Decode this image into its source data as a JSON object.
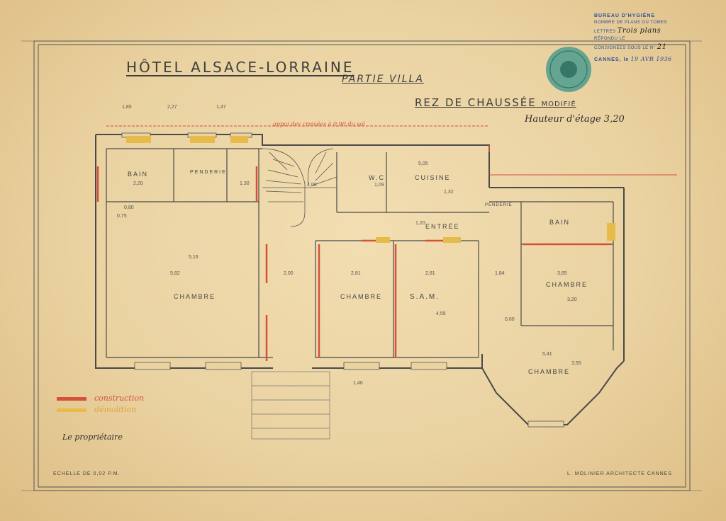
{
  "drawing": {
    "title": "HÔTEL ALSACE-LORRAINE",
    "subtitle": "PARTIE VILLA",
    "level": "REZ DE CHAUSSÉE",
    "level_note": "MODIFIÉ",
    "height_note": "Hauteur d'étage 3,20",
    "scale": "ECHELLE DE 0,02 P.M.",
    "architect": "L. MOLINIER   ARCHITECTE   CANNES",
    "top_note": "appui des croisées à 0,90 du sol"
  },
  "legend": {
    "construction": "construction",
    "demolition": "démolition"
  },
  "rooms": {
    "bain_left": "BAIN",
    "penderie_left": "PENDERIE",
    "wc": "W.C",
    "cuisine": "CUISINE",
    "entree": "ENTRÉE",
    "chambre_1": "CHAMBRE",
    "chambre_2": "CHAMBRE",
    "salle_manger": "S.A.M.",
    "chambre_3": "CHAMBRE",
    "chambre_4": "CHAMBRE",
    "bain_right": "BAIN",
    "penderie_right": "PENDERIE"
  },
  "dimensions": {
    "d1": "1,85",
    "d2": "2,27",
    "d3": "1,47",
    "d4": "2,20",
    "d5": "1,30",
    "d6": "4,00",
    "d7": "1,09",
    "d8": "5,05",
    "d9": "1,32",
    "d10": "5,82",
    "d11": "5,16",
    "d12": "2,00",
    "d13": "2,81",
    "d14": "2,81",
    "d15": "4,55",
    "d16": "3,65",
    "d17": "3,20",
    "d18": "5,41",
    "d19": "3,55",
    "d20": "1,20",
    "d21": "0,80",
    "d22": "0,75",
    "d23": "1,84",
    "d24": "0,60",
    "d25": "1,40"
  },
  "stamp": {
    "header": "BUREAU D'HYGIÈNE",
    "line1": "NOMBRE DE PLANS OU TOMES",
    "line2": "LETTRES",
    "line3": "RÉPONDU LE",
    "line4": "CONSIGNÉES SOUS LE N°",
    "plans_value": "Trois plans",
    "number_value": "21",
    "city_label": "CANNES, le",
    "date_value": "19 AVR 1936"
  },
  "signature_left": "Le propriétaire",
  "colors": {
    "paper": "#ead2a1",
    "ink": "#3a3a3a",
    "construction": "#d4523c",
    "demolition": "#e6bb4a",
    "stamp": "#2c4f9c",
    "seal": "#3b8a7c"
  }
}
